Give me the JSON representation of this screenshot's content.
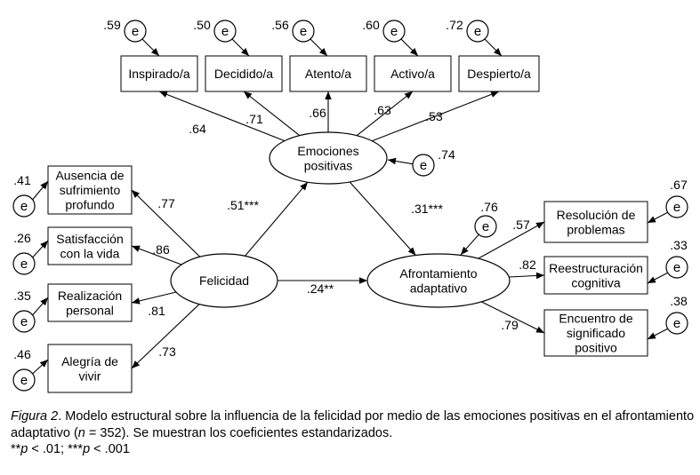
{
  "diagram": {
    "error_symbol": "e",
    "latent": [
      {
        "id": "emociones",
        "lines": [
          "Emociones",
          "positivas"
        ],
        "residual": ".74"
      },
      {
        "id": "felicidad",
        "lines": [
          "Felicidad"
        ]
      },
      {
        "id": "afrontamiento",
        "lines": [
          "Afrontamiento",
          "adaptativo"
        ],
        "residual": ".76"
      }
    ],
    "indicators": {
      "emociones": [
        {
          "lines": [
            "Inspirado/a"
          ],
          "loading": ".64",
          "error": ".59"
        },
        {
          "lines": [
            "Decidido/a"
          ],
          "loading": ".71",
          "error": ".50"
        },
        {
          "lines": [
            "Atento/a"
          ],
          "loading": ".66",
          "error": ".56"
        },
        {
          "lines": [
            "Activo/a"
          ],
          "loading": ".63",
          "error": ".60"
        },
        {
          "lines": [
            "Despierto/a"
          ],
          "loading": ".53",
          "error": ".72"
        }
      ],
      "felicidad": [
        {
          "lines": [
            "Ausencia de",
            "sufrimiento",
            "profundo"
          ],
          "loading": ".77",
          "error": ".41"
        },
        {
          "lines": [
            "Satisfacción",
            "con la vida"
          ],
          "loading": ".86",
          "error": ".26"
        },
        {
          "lines": [
            "Realización",
            "personal"
          ],
          "loading": ".81",
          "error": ".35"
        },
        {
          "lines": [
            "Alegría de",
            "vivir"
          ],
          "loading": ".73",
          "error": ".46"
        }
      ],
      "afrontamiento": [
        {
          "lines": [
            "Resolución de",
            "problemas"
          ],
          "loading": ".57",
          "error": ".67"
        },
        {
          "lines": [
            "Reestructuración",
            "cognitiva"
          ],
          "loading": ".82",
          "error": ".33"
        },
        {
          "lines": [
            "Encuentro de",
            "significado",
            "positivo"
          ],
          "loading": ".79",
          "error": ".38"
        }
      ]
    },
    "paths": [
      {
        "from": "felicidad",
        "to": "emociones",
        "coef": ".51***"
      },
      {
        "from": "emociones",
        "to": "afrontamiento",
        "coef": ".31***"
      },
      {
        "from": "felicidad",
        "to": "afrontamiento",
        "coef": ".24**"
      }
    ]
  },
  "caption": {
    "figure_label": "Figura 2",
    "text_part1": ". Modelo estructural sobre la influencia de la felicidad por medio de las emociones positivas en el afrontamiento adaptativo (",
    "n_symbol": "n",
    "text_part2": " = 352). Se muestran los coeficientes estandarizados.",
    "p_symbol": "p",
    "sig1_prefix": "**",
    "sig1_suffix": " < .01; ",
    "sig2_prefix": "***",
    "sig2_suffix": " < .001"
  }
}
